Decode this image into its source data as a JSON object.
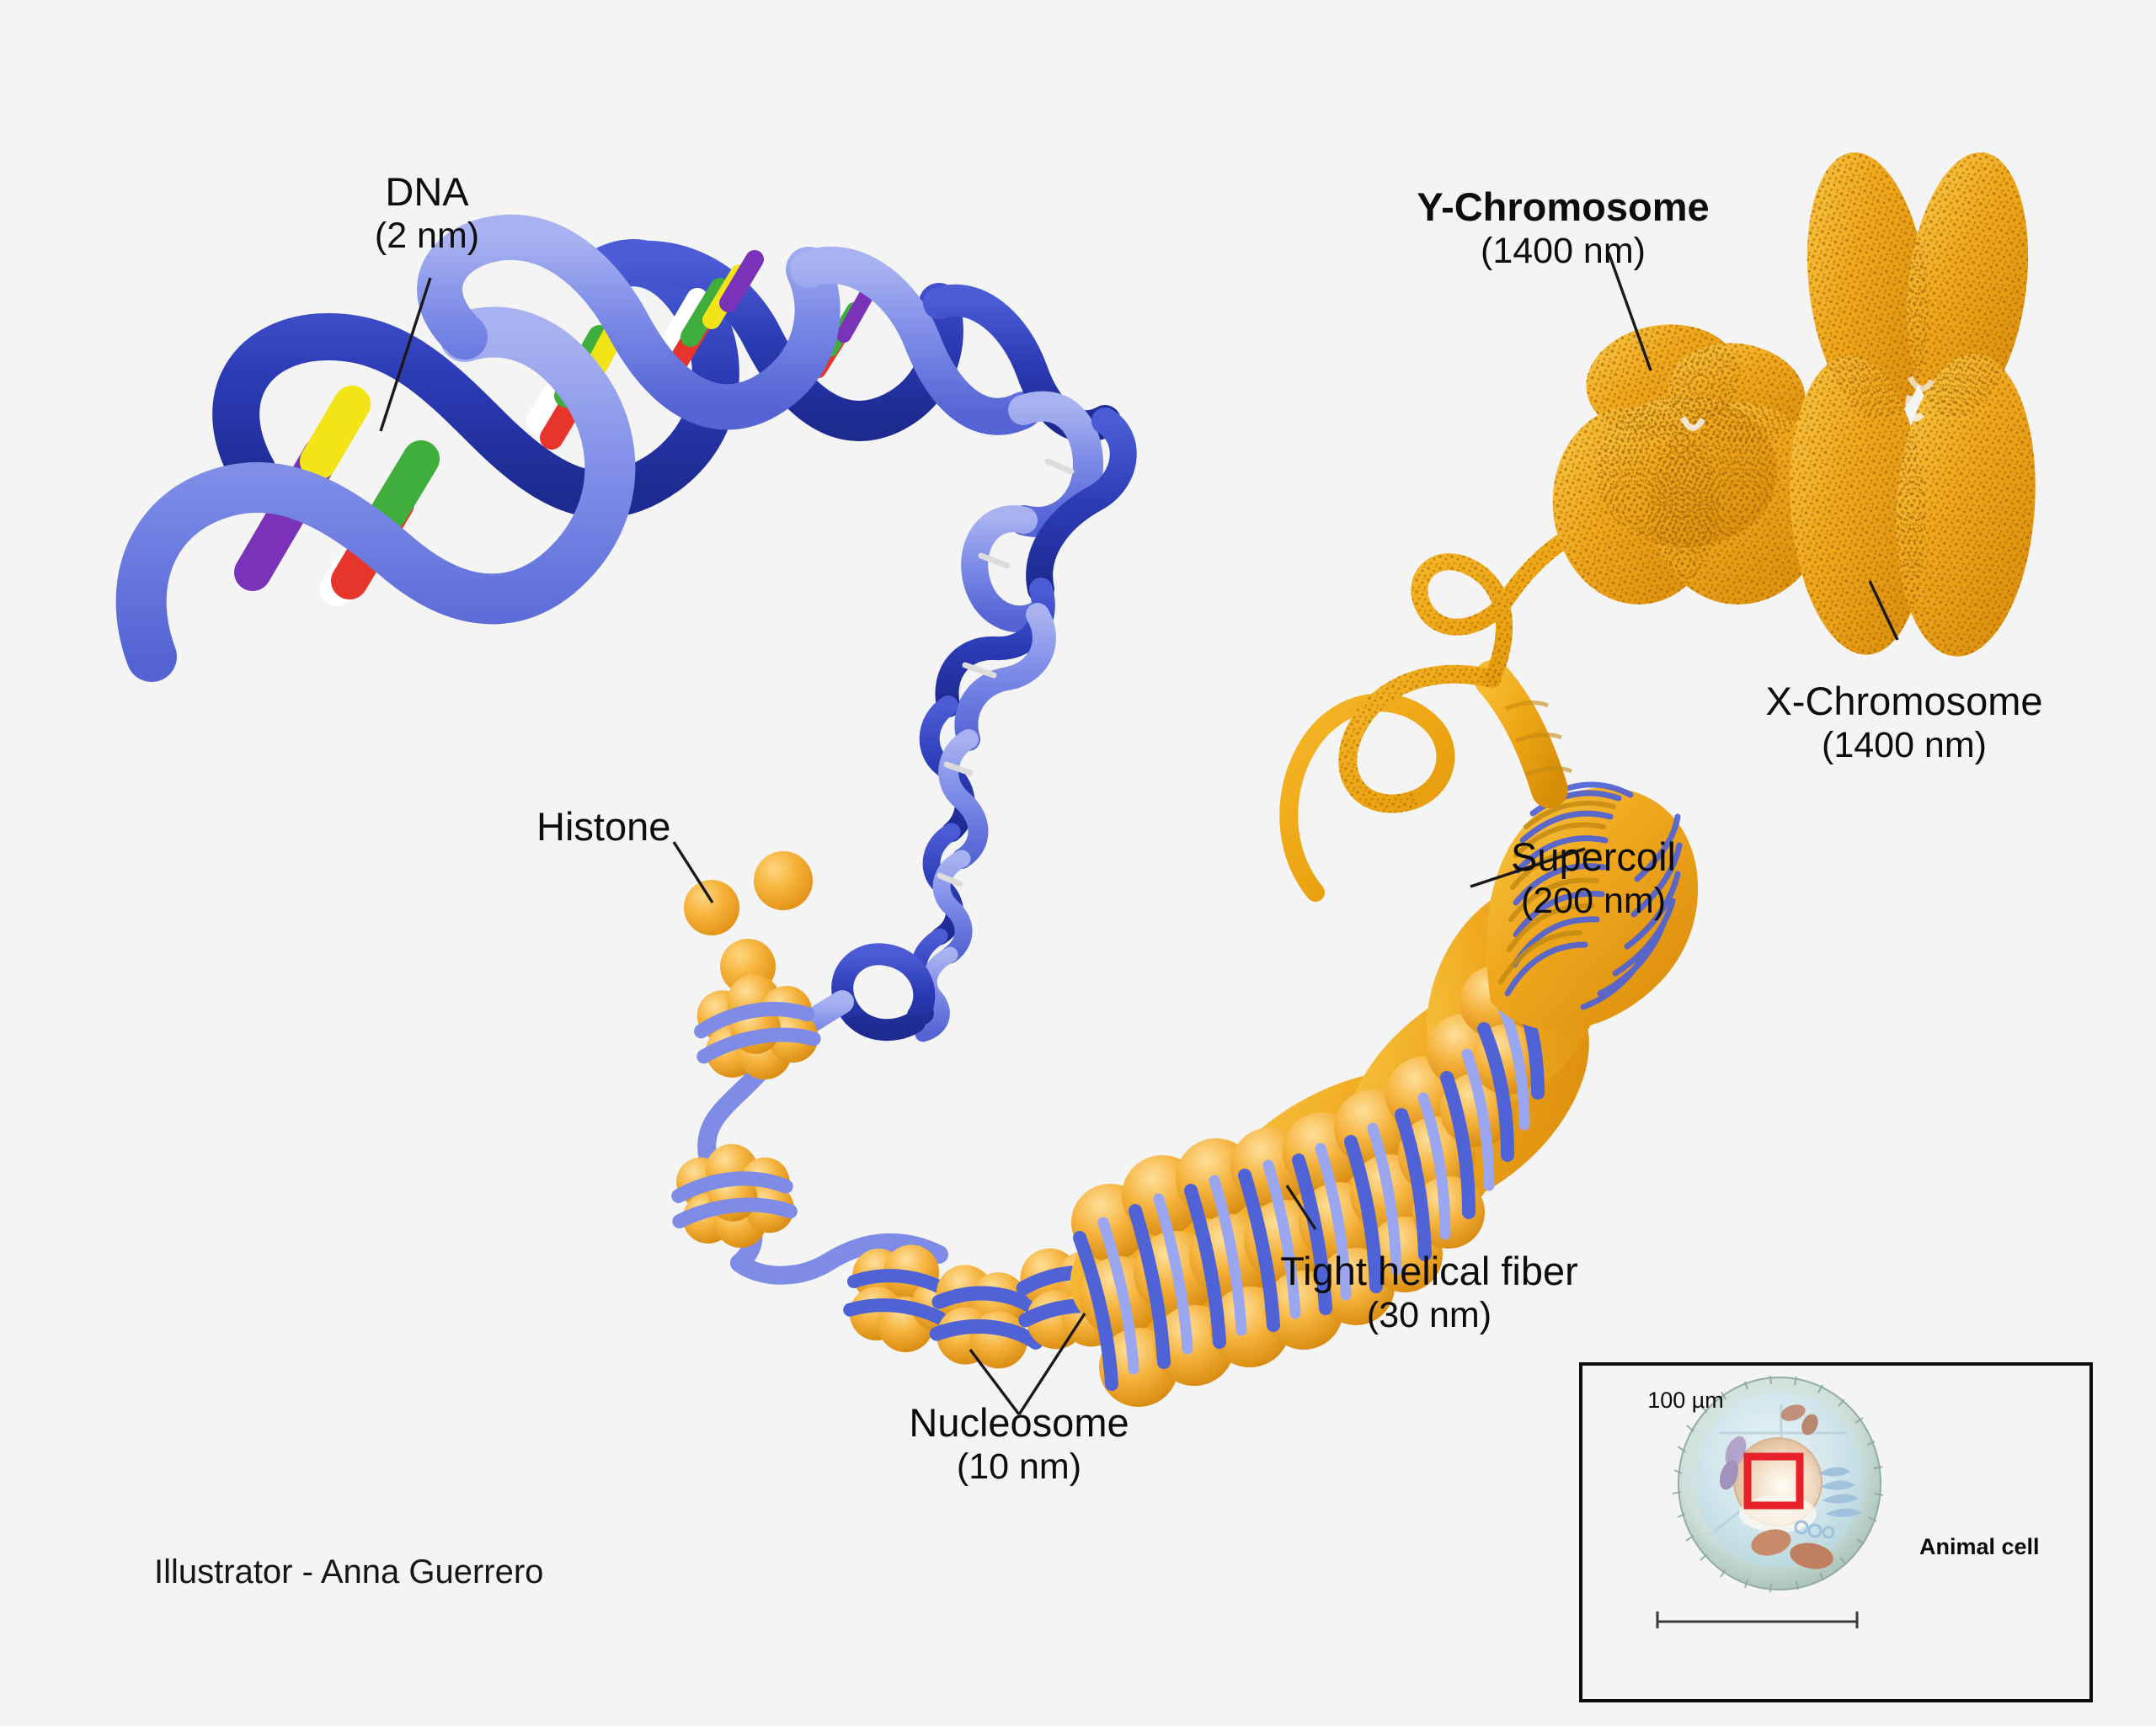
{
  "figure": {
    "background_color": "#f4f4f4",
    "credit": "Illustrator - Anna Guerrero",
    "palette": {
      "dna_backbone_light": "#7e8ce8",
      "dna_backbone_dark": "#2b3bb5",
      "histone_orange": "#f3a929",
      "chromosome_gold": "#f0a81e",
      "chromosome_speckle": "#b0700a",
      "leader_line": "#1a1a1a",
      "inset_border": "#0c0c0c",
      "inset_highlight": "#e8202a",
      "base_yellow": "#f2e417",
      "base_purple": "#7a32b8",
      "base_green": "#3fae3c",
      "base_red": "#e8352b"
    }
  },
  "labels": [
    {
      "id": "dna",
      "title": "DNA",
      "sub": "(2 nm)",
      "bold": false
    },
    {
      "id": "histone",
      "title": "Histone",
      "sub": "",
      "bold": false
    },
    {
      "id": "nucleosome",
      "title": "Nucleosome",
      "sub": "(10 nm)",
      "bold": false
    },
    {
      "id": "fiber",
      "title": "Tight helical fiber",
      "sub": "(30 nm)",
      "bold": false
    },
    {
      "id": "supercoil",
      "title": "Supercoil",
      "sub": "(200 nm)",
      "bold": false
    },
    {
      "id": "ychrom",
      "title": "Y-Chromosome",
      "sub": "(1400 nm)",
      "bold": true
    },
    {
      "id": "xchrom",
      "title": "X-Chromosome",
      "sub": "(1400 nm)",
      "bold": false
    }
  ],
  "inset": {
    "caption": "Animal cell",
    "scale_value": "100 µm"
  }
}
